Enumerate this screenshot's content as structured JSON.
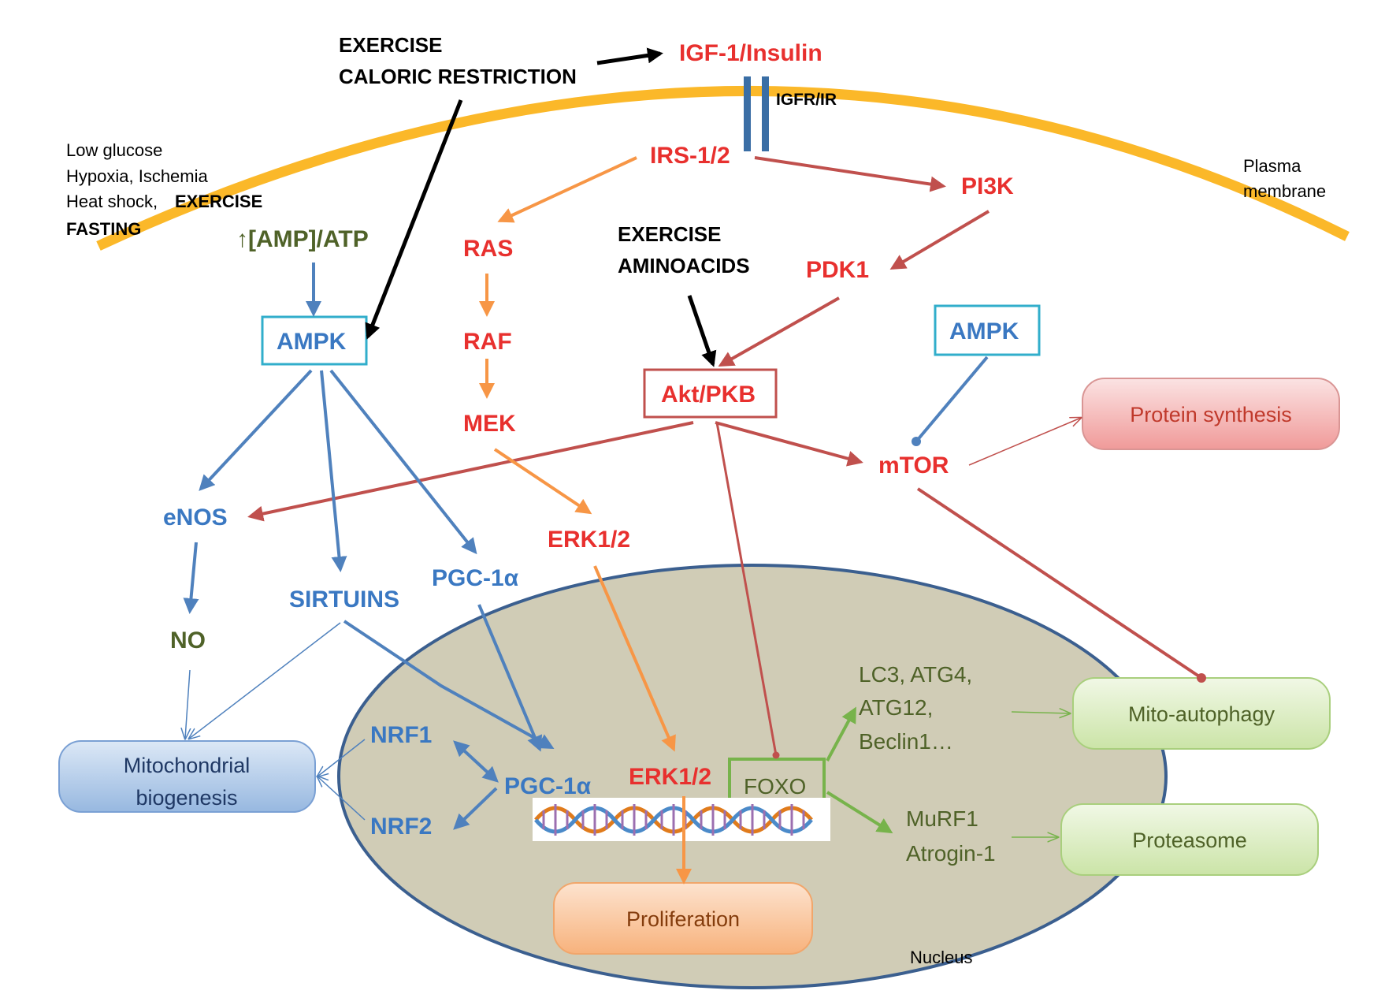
{
  "colors": {
    "red": "#e8302e",
    "red_arrow": "#c0504d",
    "blue": "#3a78c2",
    "blue_arrow": "#4f81bd",
    "orange_arrow": "#f79646",
    "green_text": "#4f6228",
    "green_arrow": "#77b34b",
    "membrane": "#fbb829",
    "nucleus_fill": "#d0ccb6",
    "nucleus_stroke": "#3b5f8f",
    "black": "#000000",
    "cyan_box": "#31aecb"
  },
  "stimuli": {
    "exercise_caloric": [
      "EXERCISE",
      "CALORIC RESTRICTION"
    ],
    "exercise_aminoacids": [
      "EXERCISE",
      "AMINOACIDS"
    ],
    "stress_lines": [
      "Low glucose",
      "Hypoxia, Ischemia",
      "Heat shock,"
    ],
    "stress_exercise": "EXERCISE",
    "stress_fasting": "FASTING"
  },
  "membrane": {
    "label_lines": [
      "Plasma",
      "membrane"
    ],
    "receptor_label": "IGFR/IR"
  },
  "nucleus_label": "Nucleus",
  "nodes": {
    "igf1": "IGF-1/Insulin",
    "irs": "IRS-1/2",
    "pi3k": "PI3K",
    "pdk1": "PDK1",
    "akt": "Akt/PKB",
    "mtor": "mTOR",
    "ras": "RAS",
    "raf": "RAF",
    "mek": "MEK",
    "erk_cyto": "ERK1/2",
    "erk_nuc": "ERK1/2",
    "amp_atp": "↑[AMP]/ATP",
    "ampk_left": "AMPK",
    "ampk_right": "AMPK",
    "enos": "eNOS",
    "no": "NO",
    "sirtuins": "SIRTUINS",
    "pgc_cyto": "PGC-1α",
    "pgc_nuc": "PGC-1α",
    "nrf1": "NRF1",
    "nrf2": "NRF2",
    "foxo": "FOXO",
    "autophagy_genes": [
      "LC3, ATG4,",
      "ATG12,",
      "Beclin1…"
    ],
    "atrogenes": [
      "MuRF1",
      "Atrogin-1"
    ]
  },
  "outcomes": {
    "protein_synthesis": "Protein synthesis",
    "mito_autophagy": "Mito-autophagy",
    "proteasome": "Proteasome",
    "mito_biogenesis": [
      "Mitochondrial",
      "biogenesis"
    ],
    "proliferation": "Proliferation"
  }
}
